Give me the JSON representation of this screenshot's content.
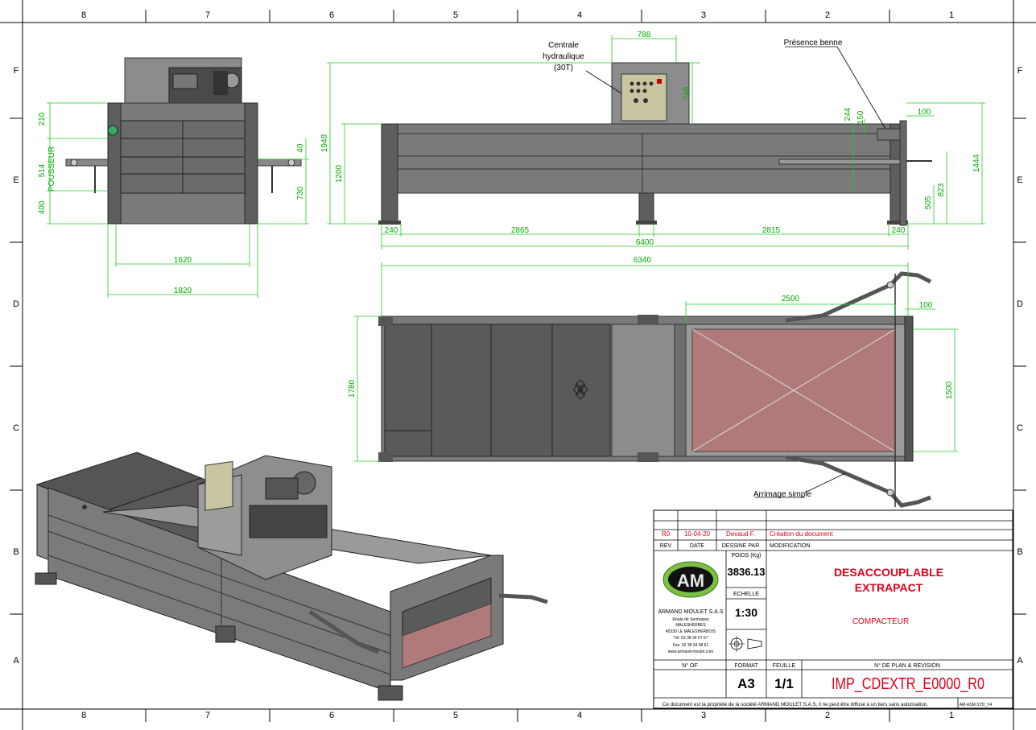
{
  "sheet": {
    "col_labels": [
      "8",
      "7",
      "6",
      "5",
      "4",
      "3",
      "2",
      "1"
    ],
    "row_labels": [
      "F",
      "E",
      "D",
      "C",
      "B",
      "A"
    ]
  },
  "colors": {
    "dimension_green": "#00aa00",
    "revision_red": "#e0001a",
    "machine_grey": "#7a7a7a",
    "bin_floor_pink": "#b07a7a"
  },
  "front_view": {
    "dims": {
      "d210": "210",
      "d514": "514",
      "pousseur": "POUSSEUR",
      "d400": "400",
      "d40": "40",
      "d730": "730",
      "d1620": "1620",
      "d1820": "1820"
    }
  },
  "side_view": {
    "callout_hydraulic": [
      "Centrale",
      "hydraulique",
      "(30T)"
    ],
    "callout_presence": "Présence benne",
    "dims": {
      "d788": "788",
      "d748": "748",
      "d1948": "1948",
      "d1200": "1200",
      "d244": "244",
      "d150": "150",
      "d100": "100",
      "d1444": "1444",
      "d823": "823",
      "d505": "505",
      "d240a": "240",
      "d2865": "2865",
      "d2815": "2815",
      "d240b": "240",
      "d6400": "6400"
    }
  },
  "top_view": {
    "callout_arrimage": "Arrimage simple",
    "dims": {
      "d6340": "6340",
      "d2500": "2500",
      "d100": "100",
      "d1780": "1780",
      "d1500": "1500"
    }
  },
  "title_block": {
    "rev_code": "R0",
    "rev_date": "10-04-20",
    "rev_author": "Devaud F.",
    "rev_modification": "Création du document",
    "hdr_rev": "REV",
    "hdr_date": "DATE",
    "hdr_drawn_by": "DESSINE PAR",
    "hdr_modification": "MODIFICATION",
    "poids_label": "POIDS (Kg)",
    "poids_value": "3836.13",
    "echelle_label": "ECHELLE",
    "echelle_value": "1:30",
    "title_line1": "DESACCOUPLABLE",
    "title_line2": "EXTRAPACT",
    "subtitle": "COMPACTEUR",
    "company_name": "ARMAND MOULET S.A.S",
    "company_address": [
      "Route de Sermaises",
      "MALESHERBES",
      "45330 LE MALESHERBOIS",
      "Tél: 02 38 34 57 67",
      "Fax: 02 38 34 68 61",
      "www.armand-moulet.com"
    ],
    "logo_text": "AM",
    "no_of_label": "N° OF",
    "format_label": "FORMAT",
    "format_value": "A3",
    "feuille_label": "FEUILLE",
    "feuille_value": "1/1",
    "plan_label": "N° DE PLAN & REVISION",
    "plan_value": "IMP_CDEXTR_E0000_R0",
    "footer_note": "Ce document est la propriété de la société ARMAND MOULET S.A.S, il ne peut être diffusé à un tiers sans autorisation.",
    "footer_code": "AM-ASM-STD_V4"
  }
}
